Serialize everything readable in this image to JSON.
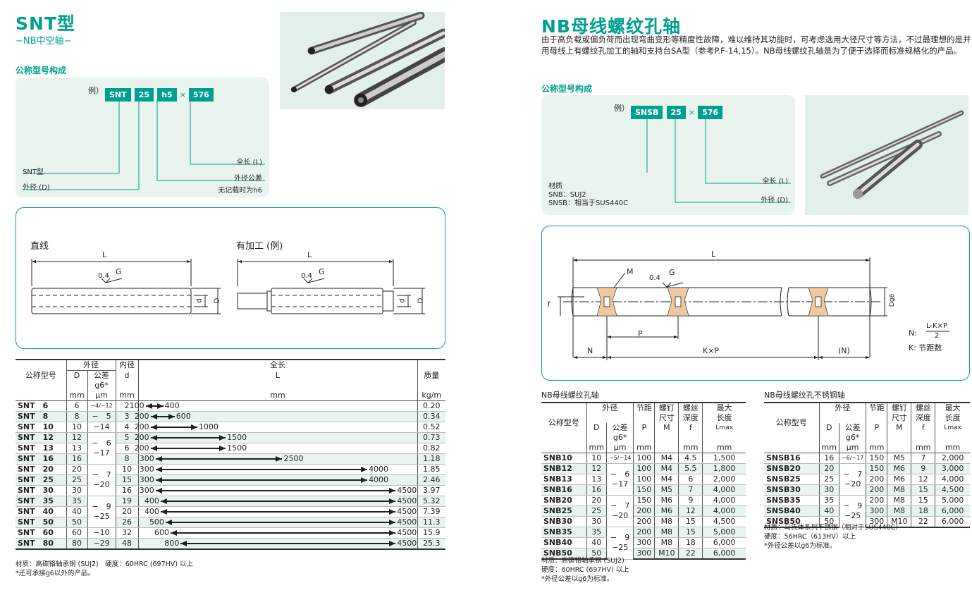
{
  "left": {
    "title": "SNT型",
    "subtitle": "−NB中空轴−",
    "section": "公称型号构成",
    "example": {
      "prefix": "例）",
      "codes": [
        "SNT",
        "25",
        "h5"
      ],
      "sep": "×",
      "length": "576"
    },
    "callouts": {
      "series": "SNT型",
      "od": "外径 (D)",
      "len": "全长 (L)",
      "tol": "外径公差",
      "tol_note": "无记载时为h6"
    },
    "drawing": {
      "straight": "直线",
      "machined": "有加工 (例)",
      "L": "L",
      "roughness": "0.4",
      "grade": "G",
      "d": "d",
      "D": "D"
    },
    "table": {
      "h_model": "公称型号",
      "h_od": "外径",
      "h_D": "D",
      "h_tol": "公差",
      "h_g6": "g6*",
      "h_id": "内径",
      "h_d": "d",
      "h_len": "全长",
      "h_L": "L",
      "h_mass": "质量",
      "u_mm": "mm",
      "u_um": "μm",
      "u_mm2": "mm",
      "u_mm3": "mm",
      "u_kgm": "kg/m",
      "rows": [
        {
          "m": "SNT　6",
          "D": "6",
          "tol": "−4/−12",
          "d": "2",
          "min": "100",
          "max": "400",
          "kg": "0.20"
        },
        {
          "m": "SNT　8",
          "D": "8",
          "tol": "−　5",
          "d": "3",
          "min": "200",
          "max": "600",
          "kg": "0.34"
        },
        {
          "m": "SNT　10",
          "D": "10",
          "tol": "−14",
          "d": "4",
          "min": "200",
          "max": "1000",
          "kg": "0.52"
        },
        {
          "m": "SNT　12",
          "D": "12",
          "tol": "",
          "d": "5",
          "min": "200",
          "max": "1500",
          "kg": "0.73"
        },
        {
          "m": "SNT　13",
          "D": "13",
          "tol": "",
          "d": "6",
          "min": "200",
          "max": "1500",
          "kg": "0.82"
        },
        {
          "m": "SNT　16",
          "D": "16",
          "tol": "",
          "d": "8",
          "min": "300",
          "max": "2500",
          "kg": "1.18"
        },
        {
          "m": "SNT　20",
          "D": "20",
          "tol": "",
          "d": "10",
          "min": "300",
          "max": "4000",
          "kg": "1.85"
        },
        {
          "m": "SNT　25",
          "D": "25",
          "tol": "",
          "d": "15",
          "min": "300",
          "max": "4000",
          "kg": "2.46"
        },
        {
          "m": "SNT　30",
          "D": "30",
          "tol": "",
          "d": "16",
          "min": "300",
          "max": "4500",
          "kg": "3.97"
        },
        {
          "m": "SNT　35",
          "D": "35",
          "tol": "",
          "d": "19",
          "min": "400",
          "max": "4500",
          "kg": "5.32"
        },
        {
          "m": "SNT　40",
          "D": "40",
          "tol": "",
          "d": "20",
          "min": "400",
          "max": "4500",
          "kg": "7.39"
        },
        {
          "m": "SNT　50",
          "D": "50",
          "tol": "",
          "d": "26",
          "min": "500",
          "max": "4500",
          "kg": "11.3"
        },
        {
          "m": "SNT　60",
          "D": "60",
          "tol": "−10",
          "d": "32",
          "min": "600",
          "max": "4500",
          "kg": "15.9"
        },
        {
          "m": "SNT　80",
          "D": "80",
          "tol": "−29",
          "d": "48",
          "min": "800",
          "max": "4500",
          "kg": "25.3"
        }
      ],
      "group_tols": [
        "−　6",
        "−17",
        "−　7",
        "−20",
        "−　9",
        "−25"
      ]
    },
    "notes": [
      "材质：高碳铬轴承钢 (SUJ2)　硬度：60HRC (697HV) 以上",
      "*还可承接g6以外的产品。"
    ]
  },
  "right": {
    "title": "NB母线螺纹孔轴",
    "intro": "由于高负载或偏负荷而出现弯曲变形等精度性故障，难以维持其功能时，可考虑选用大径尺寸等方法，不过最理想的是并用母线上有螺纹孔加工的轴和支持台SA型（参考P.F-14,15）。NB母线螺纹孔轴是为了便于选择而标准规格化的产品。",
    "section": "公称型号构成",
    "example": {
      "prefix": "例）",
      "codes": [
        "SNSB",
        "25"
      ],
      "sep": "×",
      "length": "576"
    },
    "callouts": {
      "len": "全长 (L)",
      "od": "外径 (D)",
      "mat_title": "材质",
      "mat1": "SNB：SUJ2",
      "mat2": "SNSB：相当于SUS440C"
    },
    "drawing": {
      "L": "L",
      "M": "M",
      "roughness": "0.4",
      "grade": "G",
      "f": "f",
      "P": "P",
      "N": "N",
      "KP": "K×P",
      "Nr": "(N)",
      "Dg6": "Dg6",
      "formula_n": "N:",
      "formula_num": "L-K×P",
      "formula_den": "2",
      "formula_k": "K: 节距数"
    },
    "t1_title": "NB母线螺纹孔轴",
    "t2_title": "NB母线螺纹孔不锈钢轴",
    "th": {
      "model": "公称型号",
      "od": "外径",
      "D": "D",
      "tol": "公差",
      "g6": "g6*",
      "pitch": "节距",
      "P": "P",
      "screw": "螺钉",
      "screw2": "尺寸",
      "M": "M",
      "depth": "螺丝",
      "depth2": "深度",
      "f": "f",
      "maxl": "最大",
      "maxl2": "长度",
      "Lmax": "Lmax",
      "mm": "mm",
      "um": "μm"
    },
    "t1": [
      {
        "m": "SNB10",
        "D": "10",
        "tol": "−5/−14",
        "P": "100",
        "M": "M4",
        "f": "4.5",
        "L": "1,500"
      },
      {
        "m": "SNB12",
        "D": "12",
        "tol": "",
        "P": "100",
        "M": "M4",
        "f": "5.5",
        "L": "1,800"
      },
      {
        "m": "SNB13",
        "D": "13",
        "tol": "",
        "P": "100",
        "M": "M4",
        "f": "6",
        "L": "2,000"
      },
      {
        "m": "SNB16",
        "D": "16",
        "tol": "",
        "P": "150",
        "M": "M5",
        "f": "7",
        "L": "4,000"
      },
      {
        "m": "SNB20",
        "D": "20",
        "tol": "",
        "P": "150",
        "M": "M6",
        "f": "9",
        "L": "4,000"
      },
      {
        "m": "SNB25",
        "D": "25",
        "tol": "",
        "P": "200",
        "M": "M6",
        "f": "12",
        "L": "4,000"
      },
      {
        "m": "SNB30",
        "D": "30",
        "tol": "",
        "P": "200",
        "M": "M8",
        "f": "15",
        "L": "4,500"
      },
      {
        "m": "SNB35",
        "D": "35",
        "tol": "",
        "P": "200",
        "M": "M8",
        "f": "15",
        "L": "5,000"
      },
      {
        "m": "SNB40",
        "D": "40",
        "tol": "",
        "P": "300",
        "M": "M8",
        "f": "18",
        "L": "6,000"
      },
      {
        "m": "SNB50",
        "D": "50",
        "tol": "",
        "P": "300",
        "M": "M10",
        "f": "22",
        "L": "6,000"
      }
    ],
    "t2": [
      {
        "m": "SNSB16",
        "D": "16",
        "tol": "−6/−17",
        "P": "150",
        "M": "M5",
        "f": "7",
        "L": "2,000"
      },
      {
        "m": "SNSB20",
        "D": "20",
        "tol": "",
        "P": "150",
        "M": "M6",
        "f": "9",
        "L": "3,000"
      },
      {
        "m": "SNSB25",
        "D": "25",
        "tol": "",
        "P": "200",
        "M": "M6",
        "f": "12",
        "L": "4,000"
      },
      {
        "m": "SNSB30",
        "D": "30",
        "tol": "",
        "P": "200",
        "M": "M8",
        "f": "15",
        "L": "4,500"
      },
      {
        "m": "SNSB35",
        "D": "35",
        "tol": "",
        "P": "200",
        "M": "M8",
        "f": "15",
        "L": "5,000"
      },
      {
        "m": "SNSB40",
        "D": "40",
        "tol": "",
        "P": "300",
        "M": "M8",
        "f": "18",
        "L": "6,000"
      },
      {
        "m": "SNSB50",
        "D": "50",
        "tol": "",
        "P": "300",
        "M": "M10",
        "f": "22",
        "L": "6,000"
      }
    ],
    "t1_tols": [
      "−　6",
      "−17",
      "−　7",
      "−20",
      "−　9",
      "−25"
    ],
    "t2_tols": [
      "−　7",
      "−20",
      "−　9",
      "−25"
    ],
    "notes1": [
      "材质：高碳铬轴承钢 (SUJ2)",
      "硬度：60HRC (697HV) 以上",
      "*外径公差以g6为标准。"
    ],
    "notes2": [
      "材质：马氏体系列不锈钢（相对于SUS440C）",
      "硬度：56HRC（613HV）以上",
      "*外径公差以g6为标准。"
    ]
  }
}
